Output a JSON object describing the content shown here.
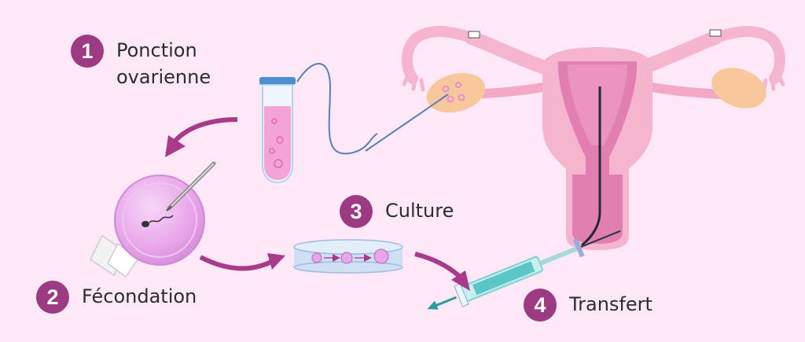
{
  "steps": [
    {
      "number": "1",
      "lines": [
        "Ponction",
        "ovarienne"
      ]
    },
    {
      "number": "2",
      "lines": [
        "Fécondation"
      ]
    },
    {
      "number": "3",
      "lines": [
        "Culture"
      ]
    },
    {
      "number": "4",
      "lines": [
        "Transfert"
      ]
    }
  ],
  "colors": {
    "background": "#fde8f7",
    "badge": "#9c3a82",
    "arrow": "#a93a8a",
    "uterus": "#f5b5cf",
    "uterus_inner": "#e27fb0",
    "ovary": "#f9c79c",
    "egg": "#e6a3e8",
    "syringe": "#5cc6c7"
  },
  "icons": [
    "test-tube-icon",
    "egg-cell-icon",
    "micropipette-icon",
    "petri-dish-icon",
    "uterus-icon",
    "ovary-icon",
    "syringe-icon",
    "catheter-icon"
  ]
}
